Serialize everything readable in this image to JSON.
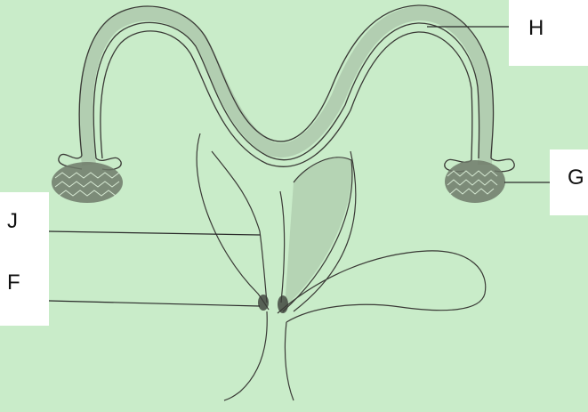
{
  "labels": {
    "H": "H",
    "G": "G",
    "J": "J",
    "F": "F"
  },
  "colors": {
    "paper": "#c9ecc9",
    "ink": "#3a3a36",
    "shade": "#9fb79d",
    "label_background": "#ffffff",
    "label_text": "#111111"
  }
}
